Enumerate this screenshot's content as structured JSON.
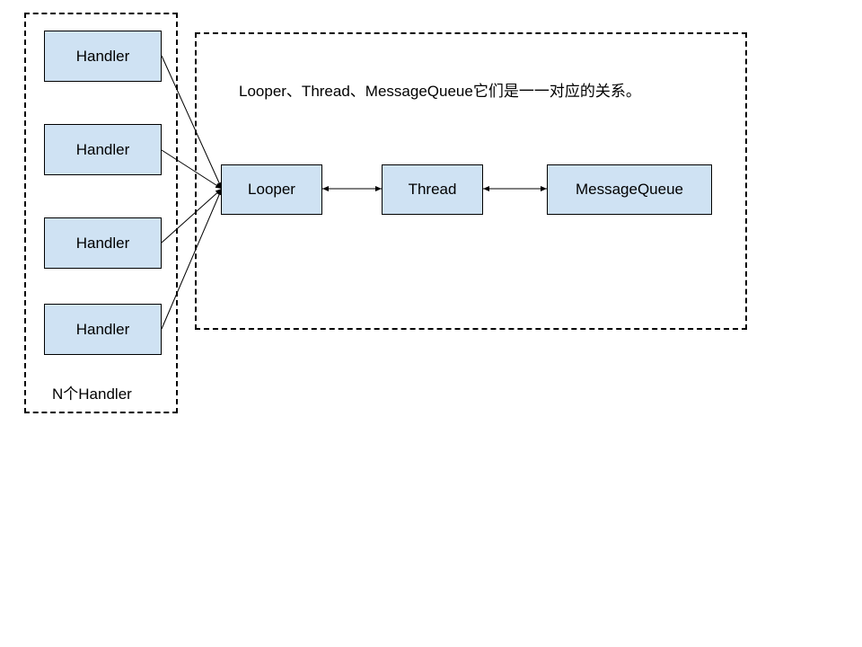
{
  "handler_group": {
    "caption": "N个Handler",
    "handlers": [
      {
        "label": "Handler"
      },
      {
        "label": "Handler"
      },
      {
        "label": "Handler"
      },
      {
        "label": "Handler"
      }
    ]
  },
  "core_group": {
    "note": "Looper、Thread、MessageQueue它们是一一对应的关系。",
    "looper": {
      "label": "Looper"
    },
    "thread": {
      "label": "Thread"
    },
    "message_queue": {
      "label": "MessageQueue"
    }
  },
  "colors": {
    "node_fill": "#cfe2f3",
    "stroke": "#000000"
  }
}
